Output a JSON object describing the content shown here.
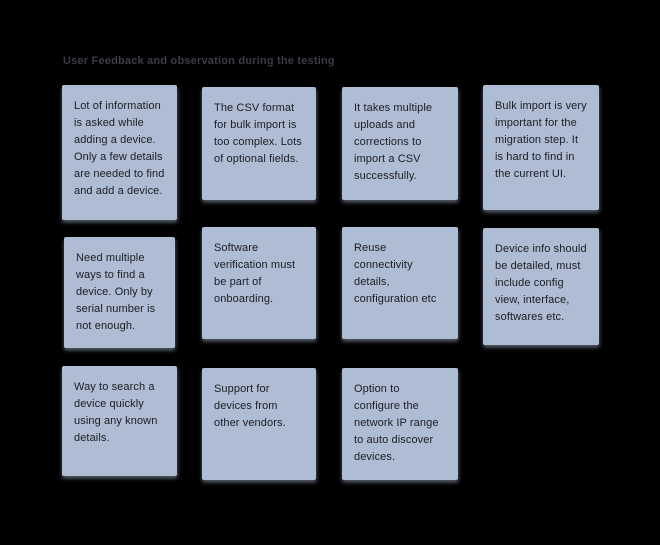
{
  "colors": {
    "background": "#000000",
    "note_fill": "#aebcd4",
    "note_text": "#1b1d22",
    "title_text": "#3a3d44"
  },
  "title": "User Feedback and observation during the testing",
  "notes": [
    {
      "text": "Lot of information is asked while adding a device. Only a few details are needed to find and add a device."
    },
    {
      "text": "The CSV format for bulk import is too complex. Lots of optional fields."
    },
    {
      "text": "It takes multiple uploads and corrections to import a CSV successfully."
    },
    {
      "text": "Bulk import is very important for the migration step. It is hard to find in the current UI."
    },
    {
      "text": "Need multiple ways to find a device. Only by serial number is not enough."
    },
    {
      "text": "Software verification must be part of onboarding."
    },
    {
      "text": "Reuse connectivity details, configuration etc"
    },
    {
      "text": "Device info should be detailed, must include config view, interface, softwares etc."
    },
    {
      "text": "Way to search a device quickly using any known details."
    },
    {
      "text": "Support for devices from other vendors."
    },
    {
      "text": "Option to configure the network IP range to auto discover devices."
    }
  ]
}
